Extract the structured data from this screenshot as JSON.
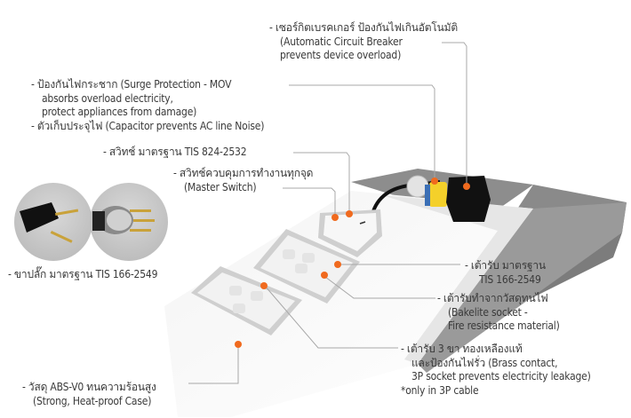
{
  "accent_color": "#f06a1e",
  "labels": {
    "breaker": {
      "thai": "- เซอร์กิตเบรคเกอร์ ป้องกันไฟเกินอัตโนมัติ",
      "en1": "(Automatic Circuit Breaker",
      "en2": "prevents device overload)"
    },
    "surge": {
      "line1": "- ป้องกันไฟกระชาก (Surge Protection - MOV",
      "line2": "absorbs overload electricity,",
      "line3": "protect appliances from damage)",
      "line4": "- ตัวเก็บประจุไฟ (Capacitor prevents AC line Noise)"
    },
    "switch_std": {
      "text": "- สวิทช์ มาตรฐาน TIS 824-2532"
    },
    "master_switch": {
      "thai": "- สวิทช์ควบคุมการทำงานทุกจุด",
      "en": "(Master Switch)"
    },
    "plug": {
      "text": "- ขาปลั๊ก มาตรฐาน TIS 166-2549"
    },
    "socket_std": {
      "thai": "- เต้ารับ มาตรฐาน",
      "en": "TIS 166-2549"
    },
    "bakelite": {
      "thai": "- เต้ารับทำจากวัสดุทนไฟ",
      "en1": "(Bakelite socket -",
      "en2": "Fire resistance material)"
    },
    "brass": {
      "line1": "- เต้ารับ 3 ขา ทองเหลืองแท้",
      "line2": "และป้องกันไฟรั่ว (Brass contact,",
      "line3": "3P socket prevents electricity leakage)",
      "line4": "*only in 3P cable"
    },
    "case": {
      "thai": "- วัสดุ ABS-V0 ทนความร้อนสูง",
      "en": "(Strong, Heat-proof Case)"
    }
  }
}
